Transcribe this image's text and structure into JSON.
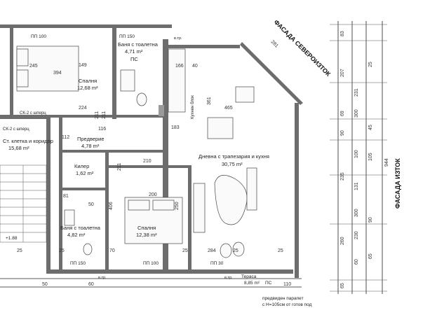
{
  "rooms": {
    "bath_top": {
      "name": "Баня с тоалетна",
      "area": "4,71 m²",
      "code": "ПС"
    },
    "bedroom_top": {
      "name": "Спалня",
      "area": "12,68 m²"
    },
    "stair_corridor": {
      "name": "Ст. клетка и коридор",
      "area": "15,68 m²"
    },
    "hall": {
      "name": "Предверие",
      "area": "4,78 m²"
    },
    "living": {
      "name": "Дневна с трапезария и кухня",
      "area": "30,75 m²"
    },
    "storage": {
      "name": "Килер",
      "area": "1,62 m²"
    },
    "bath_bottom": {
      "name": "Баня с тоалетна",
      "area": "4,82 m²"
    },
    "bedroom_bottom": {
      "name": "Спалня",
      "area": "12,38 m²"
    },
    "terrace": {
      "name": "Тераса",
      "area": "8,85 m²",
      "code": "ПС"
    }
  },
  "labels": {
    "facade_ne": "ФАСАДА СЕВЕРОИЗТОК",
    "facade_e": "ФАСАДА ИЗТОК",
    "parapet_1": "предвиден парапет",
    "parapet_2": "с Н=105см от готов под",
    "kitchen": "Кухнен блок",
    "sk_top": "СК-2 с шперц",
    "sk_mid": "СК-2 с шперц",
    "level": "+1.88",
    "pp100_top": "ПП 100",
    "pp150_top": "ПП 150",
    "pp150_bot": "ПП 150",
    "pp100_bot": "ПП 100",
    "pp30_bot": "ПП 30",
    "vtr_1": "в.тр.",
    "vtr_2": "в.тр.",
    "vtr_3": "в.тр."
  },
  "dims_right": {
    "col1": [
      "83",
      "207",
      "69",
      "90",
      "235",
      "260",
      "65"
    ],
    "col2": [
      "231",
      "300",
      "100",
      "131",
      "300",
      "230",
      "60"
    ],
    "col3": [
      "25",
      "45",
      "105",
      "90",
      "65"
    ],
    "total": "944"
  },
  "dims_top": [
    "166",
    "40",
    "245",
    "394",
    "149",
    "224",
    "465",
    "361",
    "183"
  ],
  "dims_bottom": [
    "25",
    "50",
    "70",
    "60",
    "25",
    "284",
    "25",
    "25",
    "110",
    "25"
  ],
  "dims_misc": [
    "211",
    "211",
    "406",
    "200",
    "116",
    "210",
    "250",
    "211",
    "112",
    "81",
    "50",
    "281"
  ]
}
